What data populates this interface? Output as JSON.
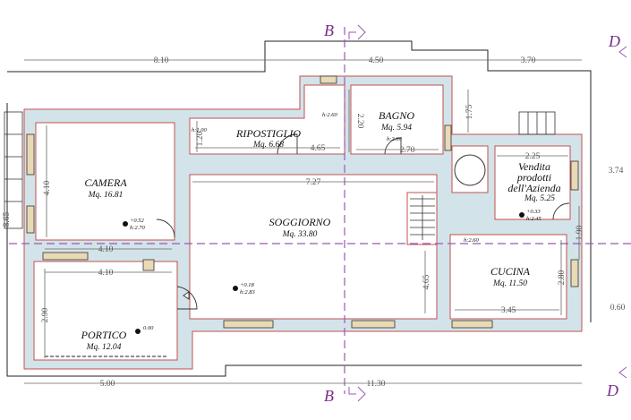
{
  "sections": {
    "b_top": "B",
    "b_bottom": "B",
    "d_top": "D",
    "d_bottom": "D"
  },
  "rooms": {
    "camera": {
      "name": "CAMERA",
      "area": "Mq. 16.81"
    },
    "ripostiglio": {
      "name": "RIPOSTIGLIO",
      "area": "Mq. 6.68"
    },
    "bagno": {
      "name": "BAGNO",
      "area": "Mq. 5.94"
    },
    "soggiorno": {
      "name": "SOGGIORNO",
      "area": "Mq. 33.80"
    },
    "vendita": {
      "name_1": "Vendita",
      "name_2": "prodotti",
      "name_3": "dell'Azienda",
      "area": "Mq. 5.25"
    },
    "cucina": {
      "name": "CUCINA",
      "area": "Mq. 11.50"
    },
    "portico": {
      "name": "PORTICO",
      "area": "Mq. 12.04"
    }
  },
  "dimensions": {
    "top_left": "8.10",
    "top_mid": "4.50",
    "top_right": "3.70",
    "bottom_left": "5.00",
    "bottom_right": "11.30",
    "left_total": "8.65",
    "camera_height": "4.10",
    "camera_width": "4.10",
    "portico_width": "4.10",
    "portico_height": "2.90",
    "ripostiglio_height": "1.20",
    "ripostiglio_width": "4.65",
    "bagno_height": "2.20",
    "bagno_width": "2.70",
    "stair_height": "1.75",
    "soggiorno_width": "7.27",
    "vendita_width": "2.25",
    "right_3_74": "3.74",
    "soggiorno_height": "4.65",
    "cucina_height": "2.80",
    "cucina_width": "3.45",
    "right_1_90": "1.90",
    "right_0_60": "0.60"
  },
  "levels": {
    "rip_h": "h:1.00",
    "rip_h2": "h:2.60",
    "bagno_h": "h:2.60",
    "camera_lvl": "+0.52",
    "camera_h": "h:2.70",
    "sogg_lvl": "+0.18",
    "sogg_h": "h:2.83",
    "vend_lvl": "+0.33",
    "vend_h": "h:2.45",
    "corr_h": "h:2.60",
    "portico_lvl": "0.00"
  },
  "colors": {
    "wall_fill": "#d3e3ea",
    "wall_outline": "#c0504d",
    "section_line": "#9b59b6"
  }
}
